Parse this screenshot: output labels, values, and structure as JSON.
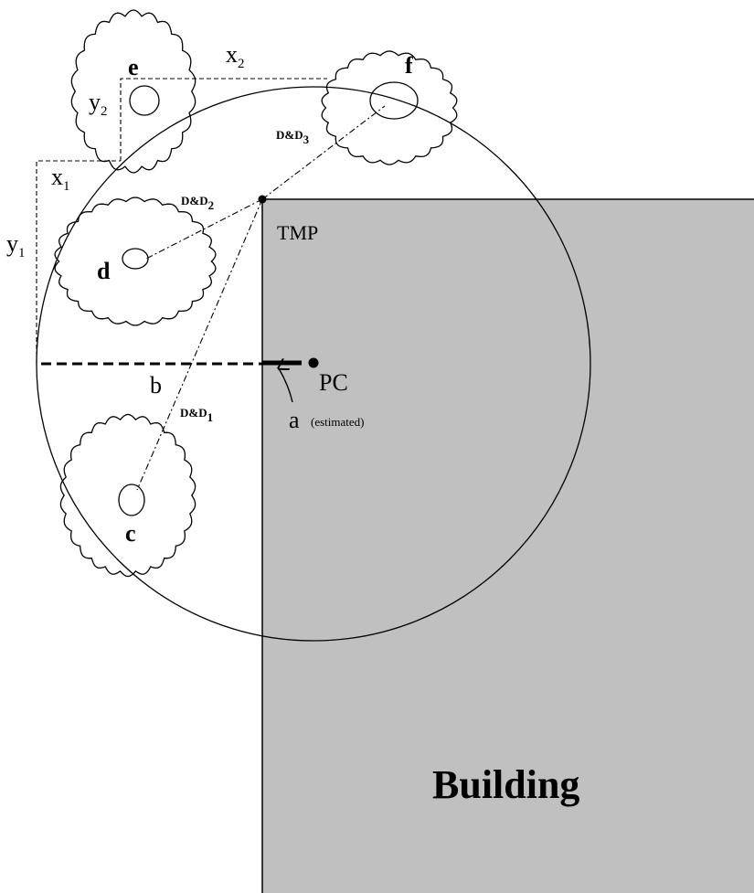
{
  "building": {
    "label": "Building",
    "fill": "#c0c0c0"
  },
  "points": {
    "tmp": "TMP",
    "pc": "PC"
  },
  "trees": {
    "c": "c",
    "d": "d",
    "e": "e",
    "f": "f"
  },
  "dimensions": {
    "x1": {
      "base": "x",
      "sub": "1"
    },
    "y1": {
      "base": "y",
      "sub": "1"
    },
    "x2": {
      "base": "x",
      "sub": "2"
    },
    "y2": {
      "base": "y",
      "sub": "2"
    },
    "b": "b",
    "a": "a",
    "a_note": "(estimated)"
  },
  "dd_labels": [
    {
      "base": "D&D",
      "sub": "1"
    },
    {
      "base": "D&D",
      "sub": "2"
    },
    {
      "base": "D&D",
      "sub": "3"
    }
  ]
}
